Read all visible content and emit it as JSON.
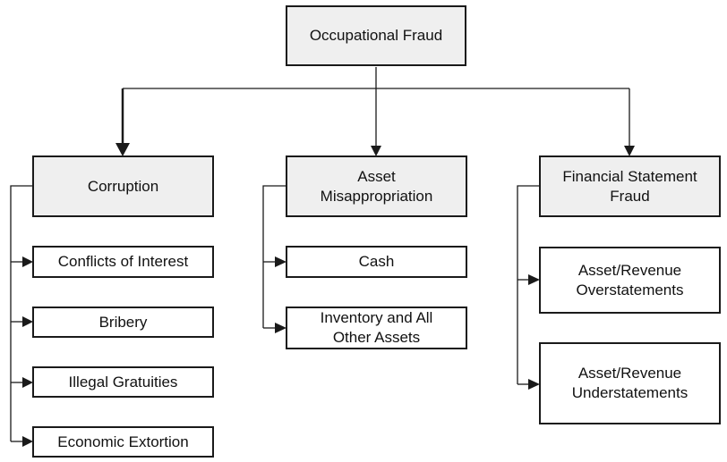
{
  "root": "Occupational Fraud",
  "categories": [
    {
      "label": "Corruption",
      "children": [
        "Conflicts of Interest",
        "Bribery",
        "Illegal Gratuities",
        "Economic Extortion"
      ]
    },
    {
      "label": "Asset\nMisappropriation",
      "children": [
        "Cash",
        "Inventory and All\nOther Assets"
      ]
    },
    {
      "label": "Financial Statement\nFraud",
      "children": [
        "Asset/Revenue\nOverstatements",
        "Asset/Revenue\nUnderstatements"
      ]
    }
  ],
  "colors": {
    "header_fill": "#efefef",
    "box_fill": "#ffffff",
    "line": "#1a1a1a"
  }
}
